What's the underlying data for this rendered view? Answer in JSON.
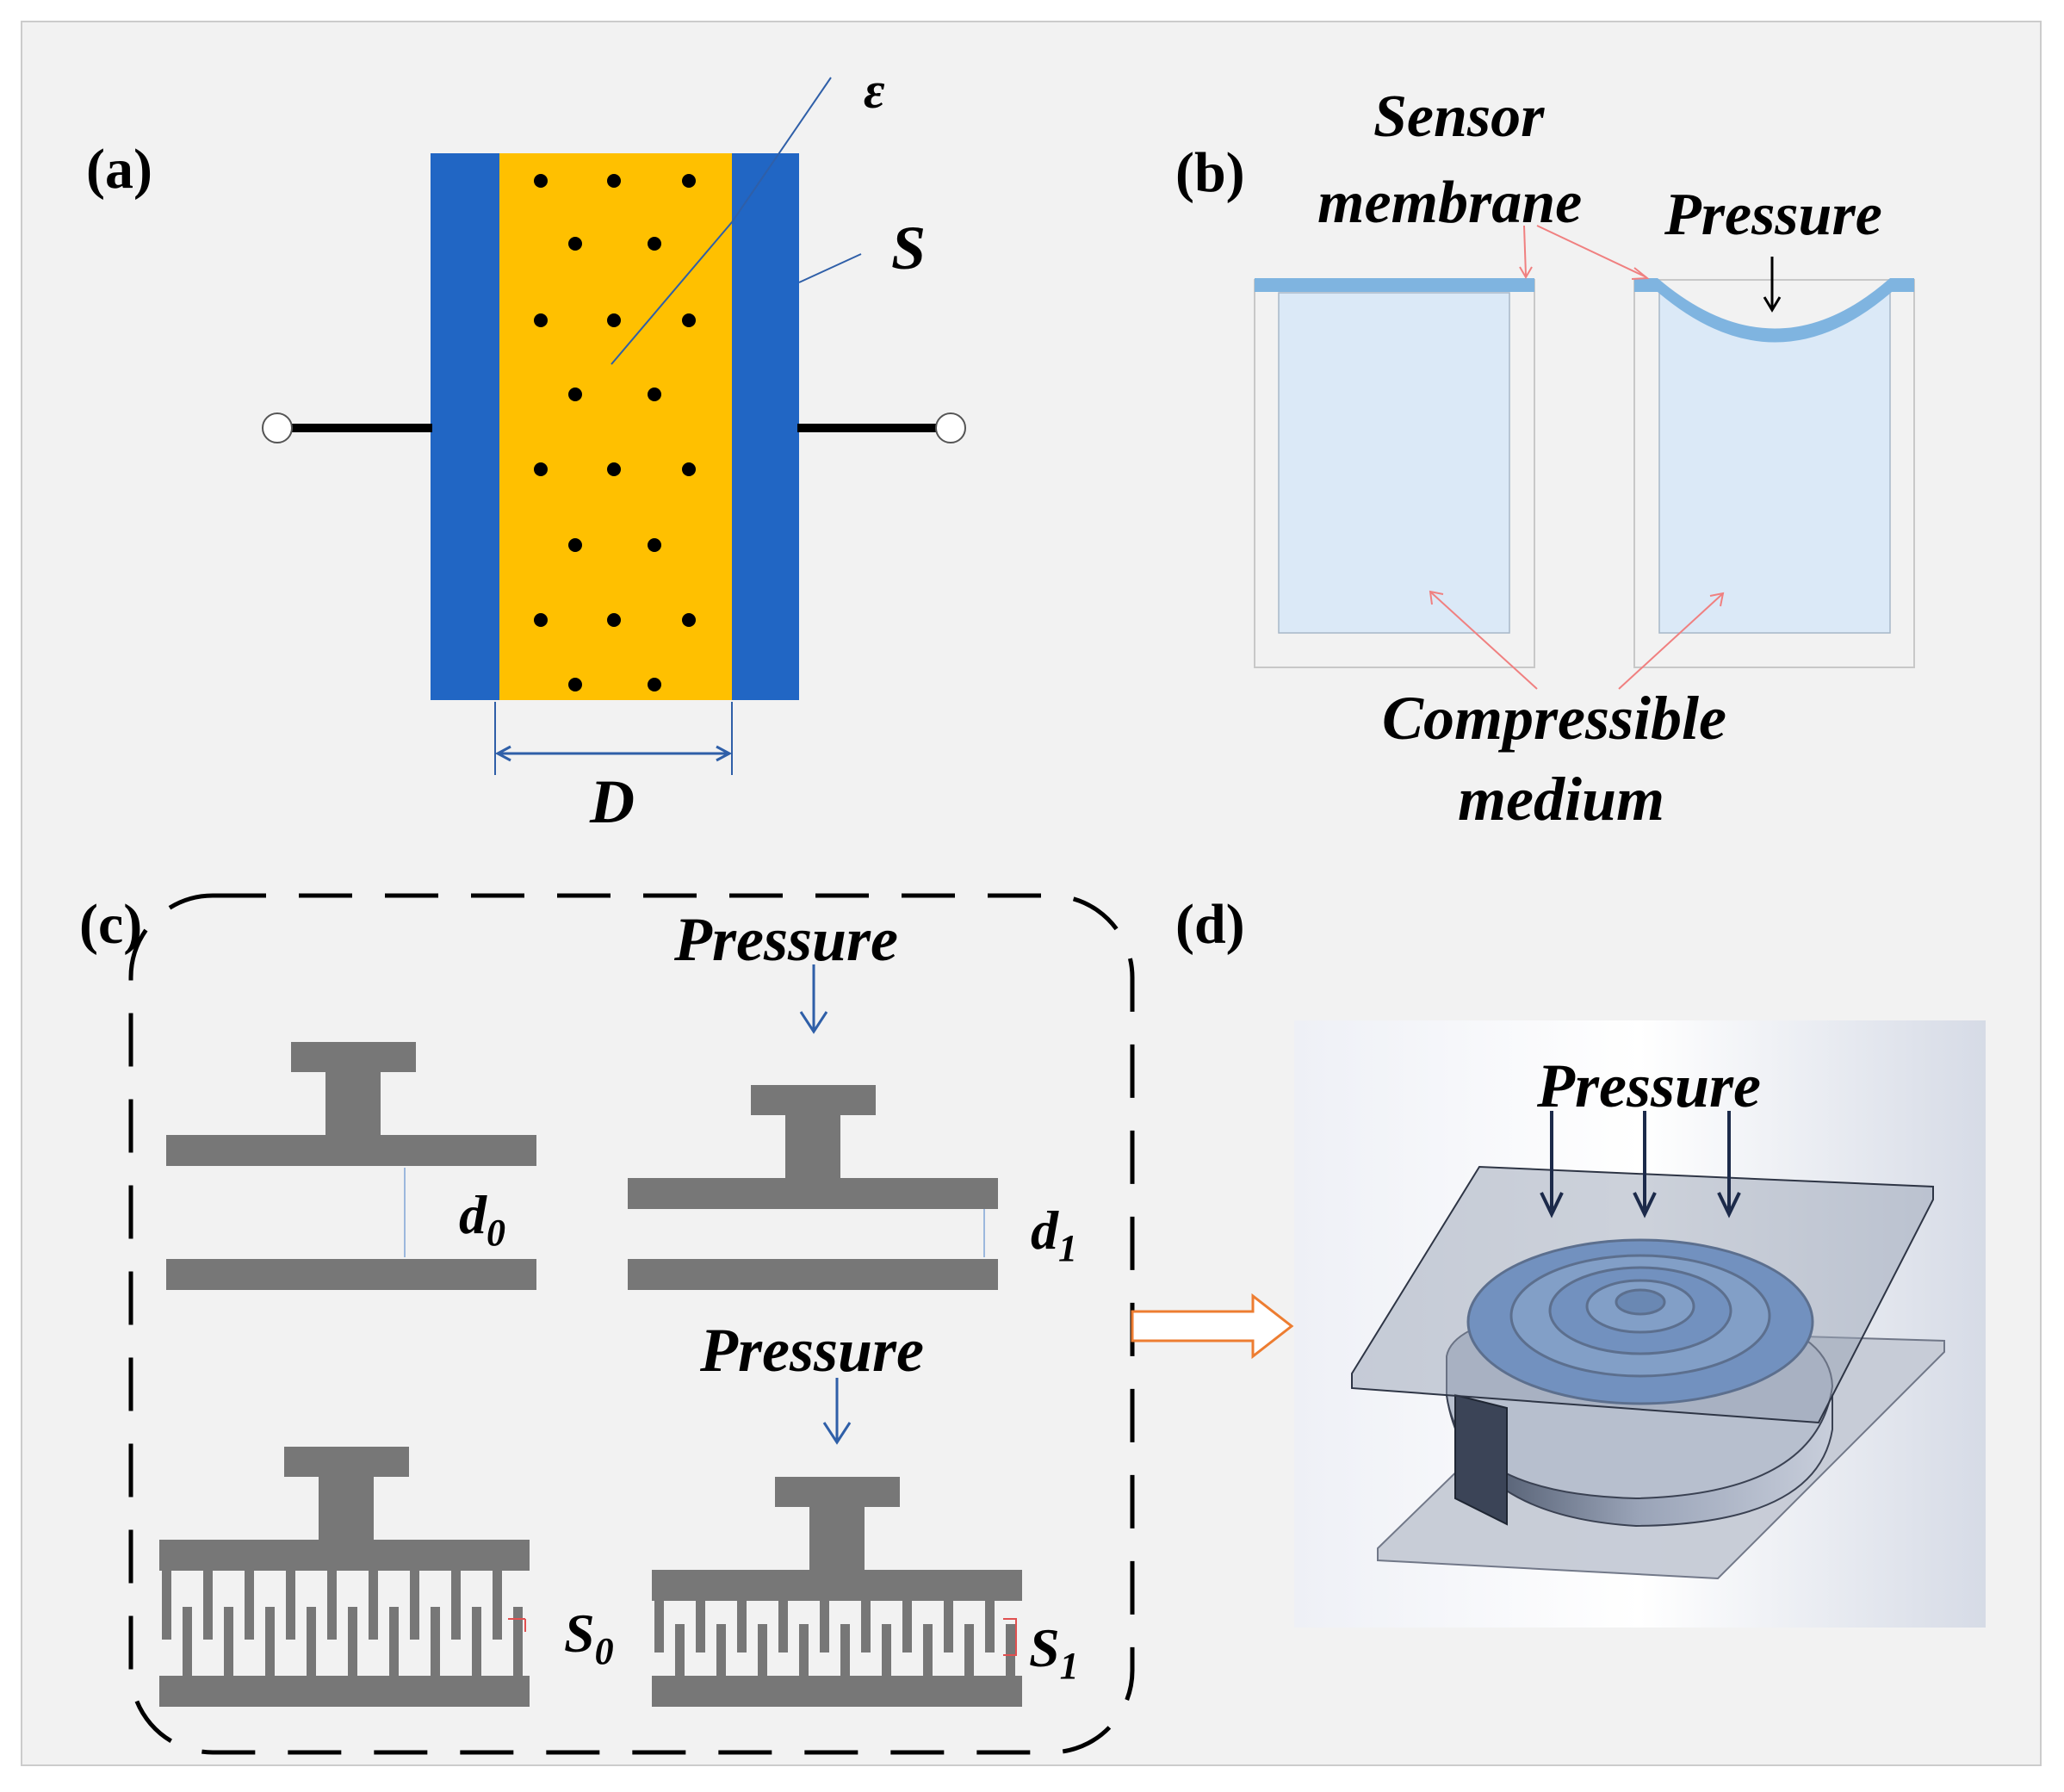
{
  "panels": {
    "a": {
      "label": "(a)",
      "epsilon": "ε",
      "S": "S",
      "D": "D",
      "colors": {
        "electrode": "#2166c4",
        "dielectric": "#ffc000",
        "frame": "#f2f2f2"
      }
    },
    "b": {
      "label": "(b)",
      "sensor_membrane_line1": "Sensor",
      "sensor_membrane_line2": "membrane",
      "pressure": "Pressure",
      "compressible_line1": "Compressible",
      "compressible_line2": "medium",
      "colors": {
        "membrane": "#7fb4e0",
        "medium": "#dbe9f7"
      }
    },
    "c": {
      "label": "(c)",
      "pressure_top": "Pressure",
      "pressure_bottom": "Pressure",
      "d0": "d",
      "d0_sub": "0",
      "d1": "d",
      "d1_sub": "1",
      "s0": "S",
      "s0_sub": "0",
      "s1": "S",
      "s1_sub": "1",
      "colors": {
        "plate": "#777777",
        "arrow": "#2f5fa8"
      }
    },
    "d": {
      "label": "(d)",
      "pressure": "Pressure",
      "colors": {
        "spiral": "#4a7fc8",
        "arrow": "#1c2a4a",
        "connector": "#ed7d31"
      }
    }
  }
}
